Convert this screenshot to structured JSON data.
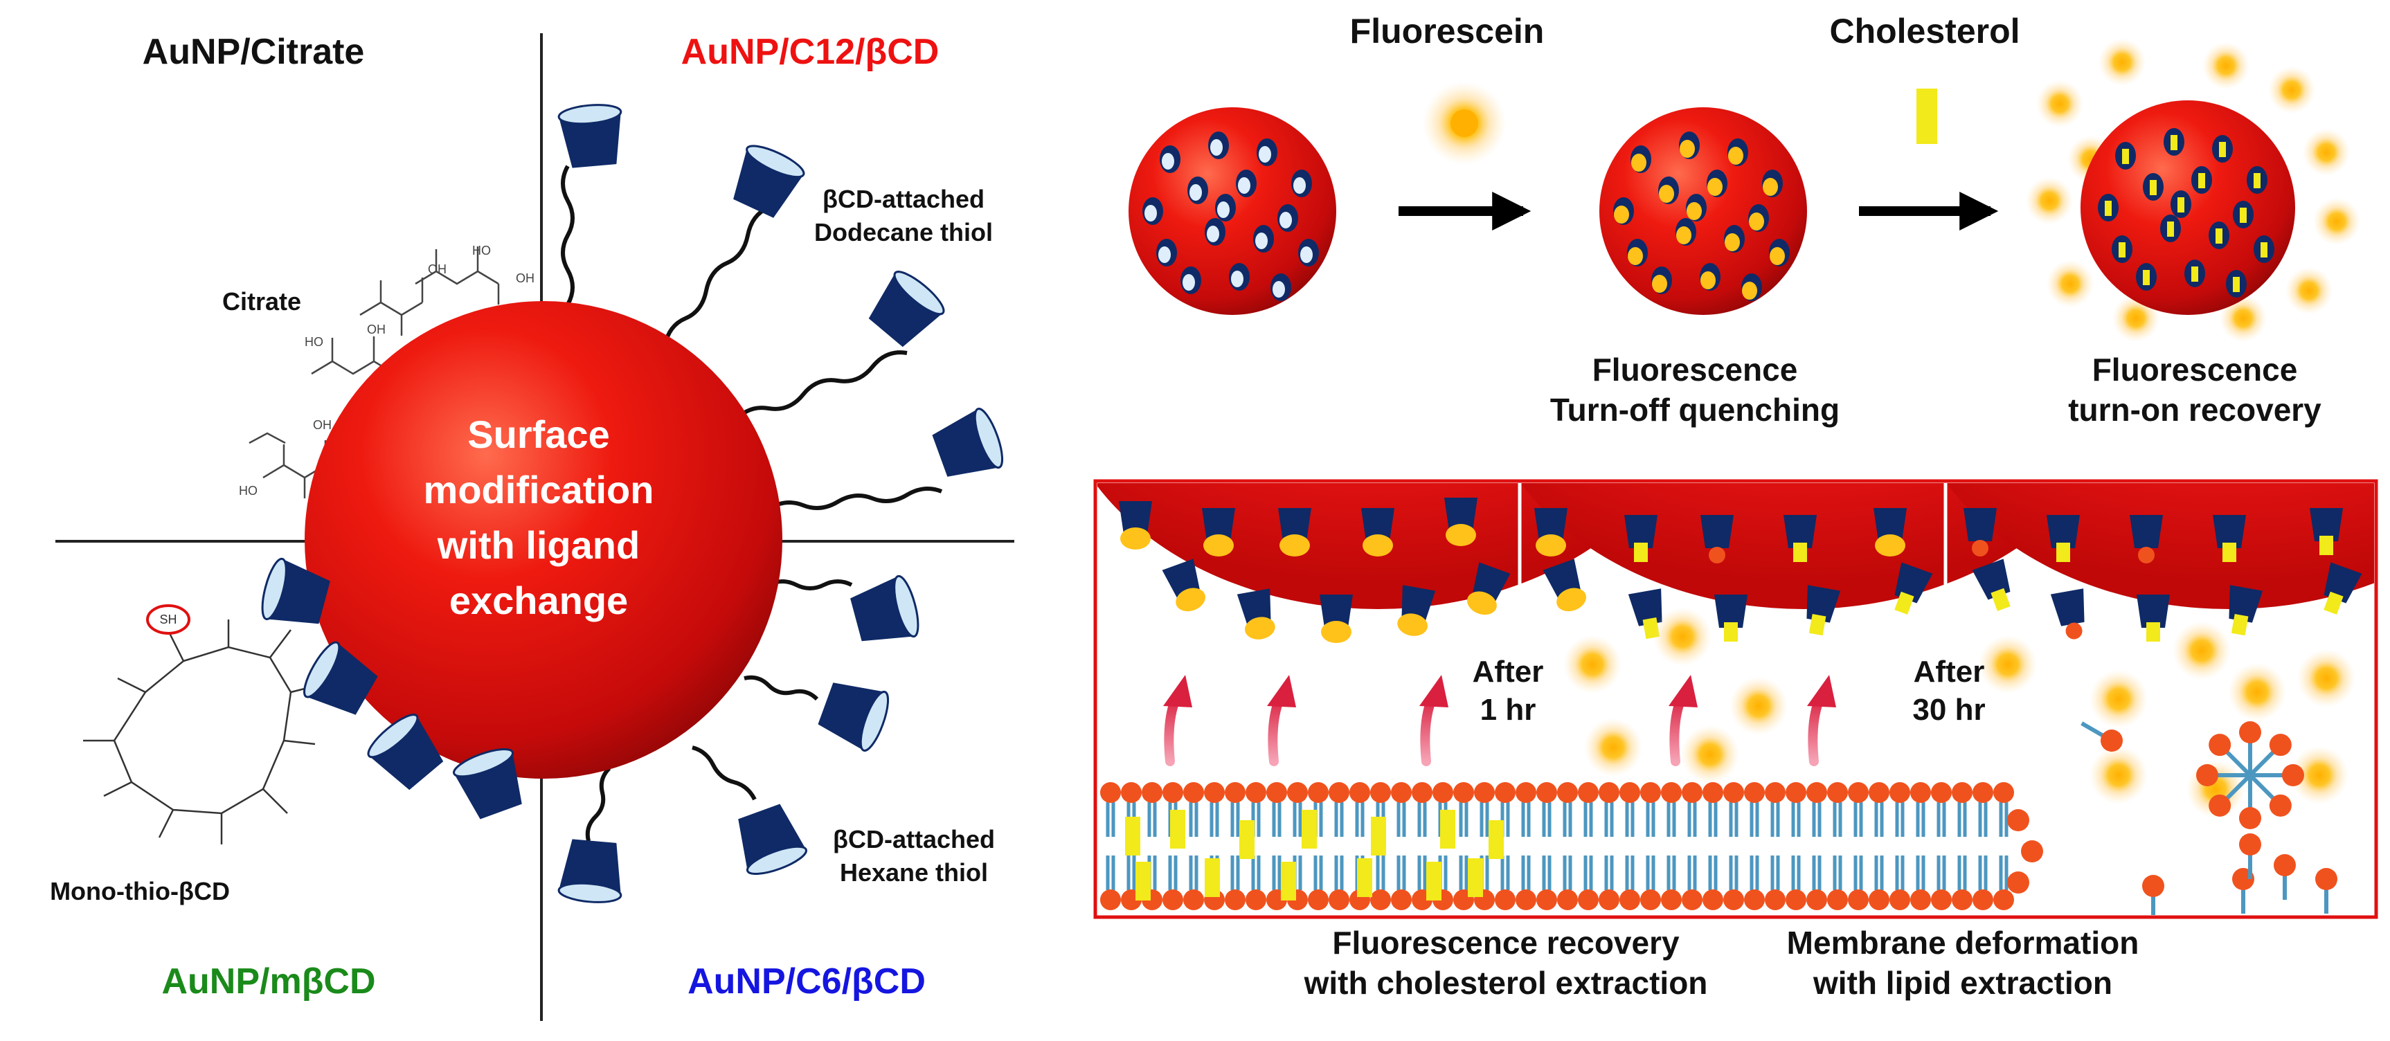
{
  "quadrants": {
    "top_left": {
      "label": "AuNP/Citrate",
      "color": "#111111"
    },
    "top_right": {
      "label": "AuNP/C12/βCD",
      "color": "#ee1111"
    },
    "bottom_left": {
      "label": "AuNP/mβCD",
      "color": "#1a8a1a"
    },
    "bottom_right": {
      "label": "AuNP/C6/βCD",
      "color": "#1515e0"
    }
  },
  "center": {
    "line1": "Surface",
    "line2": "modification",
    "line3": "with ligand",
    "line4": "exchange"
  },
  "labels": {
    "citrate": "Citrate",
    "mono_thio": "Mono-thio-βCD",
    "c12_line1": "βCD-attached",
    "c12_line2": "Dodecane thiol",
    "c6_line1": "βCD-attached",
    "c6_line2": "Hexane thiol",
    "sh": "SH",
    "ho": "HO",
    "oh": "OH"
  },
  "process": {
    "fluorescein": "Fluorescein",
    "cholesterol": "Cholesterol",
    "quench_line1": "Fluorescence",
    "quench_line2": "Turn-off quenching",
    "recover_line1": "Fluorescence",
    "recover_line2": "turn-on recovery"
  },
  "membrane": {
    "after1_line1": "After",
    "after1_line2": "1 hr",
    "after30_line1": "After",
    "after30_line2": "30 hr",
    "cap1_line1": "Fluorescence recovery",
    "cap1_line2": "with cholesterol extraction",
    "cap2_line1": "Membrane deformation",
    "cap2_line2": "with lipid extraction"
  },
  "colors": {
    "gold_np": "#e01010",
    "cyclodextrin": "#0f2a66",
    "fluorescein": "#ffc21a",
    "cholesterol": "#f2ea1a",
    "lipid_head": "#f0521e",
    "lipid_tail": "#4c97c0",
    "arrow_pink": "#e03a5a"
  }
}
